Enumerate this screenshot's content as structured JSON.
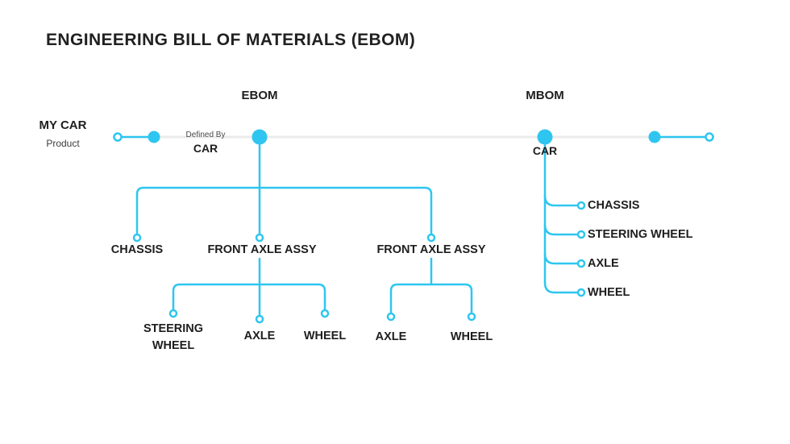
{
  "title": "ENGINEERING BILL OF MATERIALS (EBOM)",
  "colors": {
    "accent": "#2EC6F0",
    "timeline": "#EBEBEB",
    "text": "#1E1E1E"
  },
  "timeline": {
    "product_label": "MY CAR",
    "product_sublabel": "Product",
    "defined_by_label": "Defined By",
    "defined_by_item": "CAR",
    "ebom_label": "EBOM",
    "mbom_label": "MBOM",
    "mbom_root": "CAR"
  },
  "ebom_tree": {
    "children": [
      "CHASSIS",
      "FRONT AXLE ASSY",
      "FRONT AXLE ASSY"
    ],
    "front_axle_assy_1_children": [
      "STEERING WHEEL",
      "AXLE",
      "WHEEL"
    ],
    "front_axle_assy_2_children": [
      "AXLE",
      "WHEEL"
    ]
  },
  "mbom_tree": {
    "children": [
      "CHASSIS",
      "STEERING WHEEL",
      "AXLE",
      "WHEEL"
    ]
  }
}
